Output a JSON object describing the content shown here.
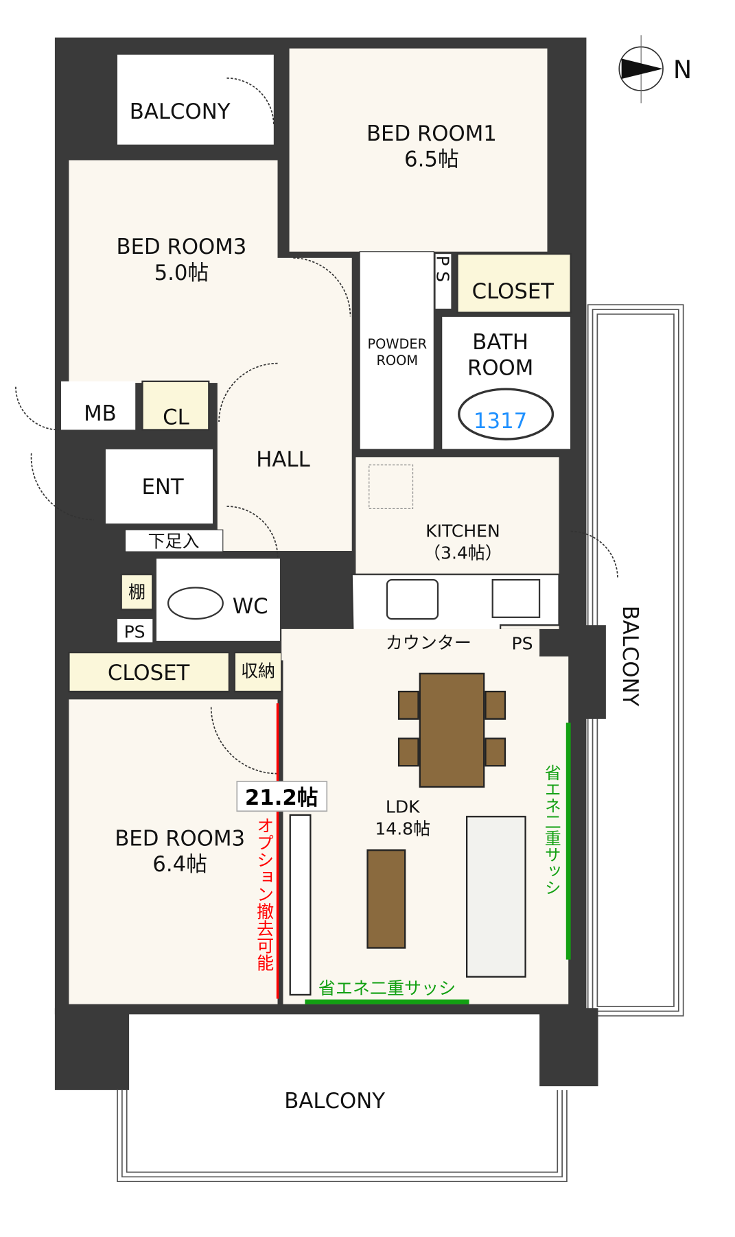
{
  "compass": {
    "label": "N"
  },
  "rooms": {
    "balcony_top": "BALCONY",
    "bedroom1": {
      "name": "BED ROOM1",
      "size": "6.5帖"
    },
    "bedroom3_top": {
      "name": "BED ROOM3",
      "size": "5.0帖"
    },
    "mb": "MB",
    "cl": "CL",
    "ps_top": "P S",
    "closet_top": "CLOSET",
    "powder_room": {
      "line1": "POWDER",
      "line2": "ROOM"
    },
    "bath_room": {
      "line1": "BATH",
      "line2": "ROOM",
      "tub_code": "1317"
    },
    "hall": "HALL",
    "ent": "ENT",
    "shoe_box": "下足入",
    "shelf": "棚",
    "ps_wc": "PS",
    "wc": "WC",
    "kitchen": {
      "name": "KITCHEN",
      "size": "（3.4帖）"
    },
    "counter": "カウンター",
    "ps_kitchen": "PS",
    "closet_bottom": "CLOSET",
    "storage": "収納",
    "bedroom3_bottom": {
      "name": "BED ROOM3",
      "size": "6.4帖"
    },
    "ldk": {
      "name": "LDK",
      "size": "14.8帖"
    },
    "balcony_right": "BALCONY",
    "balcony_bottom": "BALCONY"
  },
  "annotations": {
    "combined_size": "21.2帖",
    "option_removable": "オプション撤去可能",
    "eco_sash_bottom": "省エネ二重サッシ",
    "eco_sash_right": "省エネ二重サッシ"
  },
  "colors": {
    "option_red": "#ff0000",
    "eco_green": "#12a012",
    "tub_blue": "#1e90ff"
  }
}
